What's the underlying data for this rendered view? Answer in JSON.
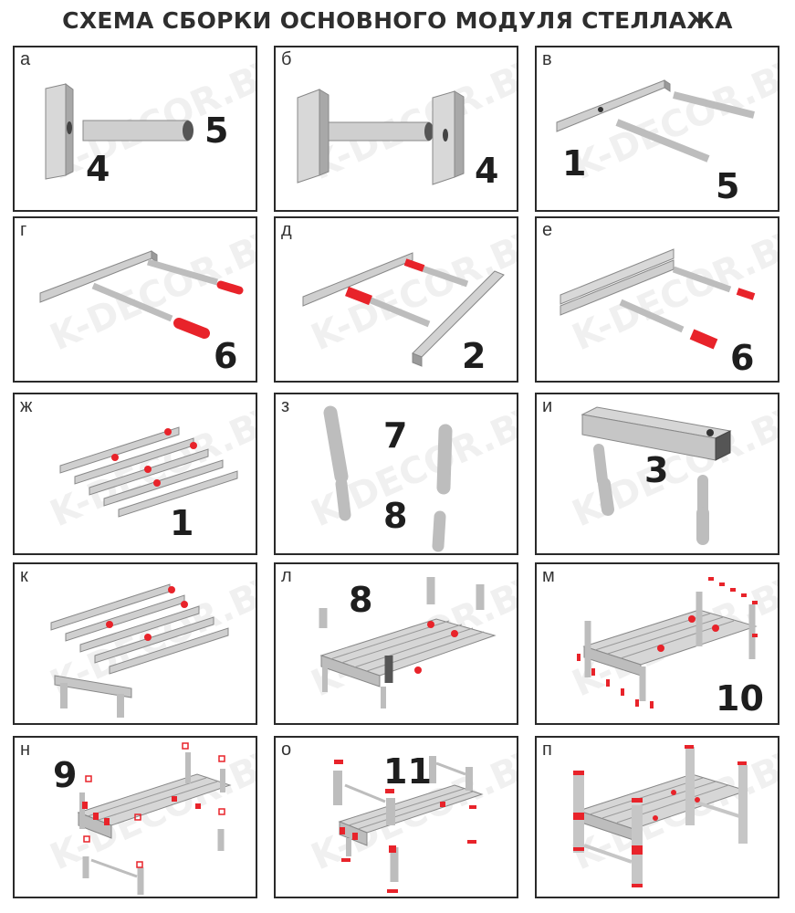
{
  "title": "СХЕМА СБОРКИ ОСНОВНОГО МОДУЛЯ СТЕЛЛАЖА",
  "watermark": "K-DECOR.BY",
  "colors": {
    "metal": "#c8c8c8",
    "metal_dark": "#9a9a9a",
    "accent": "#e8232a",
    "frame": "#2a2a2a"
  },
  "panels": [
    {
      "letter": "а",
      "numbers": [
        "5",
        "4"
      ]
    },
    {
      "letter": "б",
      "numbers": [
        "4"
      ]
    },
    {
      "letter": "в",
      "numbers": [
        "1",
        "5"
      ]
    },
    {
      "letter": "г",
      "numbers": [
        "6"
      ]
    },
    {
      "letter": "д",
      "numbers": [
        "2"
      ]
    },
    {
      "letter": "е",
      "numbers": [
        "6"
      ]
    },
    {
      "letter": "ж",
      "numbers": [
        "1"
      ]
    },
    {
      "letter": "з",
      "numbers": [
        "7",
        "8"
      ]
    },
    {
      "letter": "и",
      "numbers": [
        "3"
      ]
    },
    {
      "letter": "к",
      "numbers": []
    },
    {
      "letter": "л",
      "numbers": [
        "8"
      ]
    },
    {
      "letter": "м",
      "numbers": [
        "10"
      ]
    },
    {
      "letter": "н",
      "numbers": [
        "9"
      ]
    },
    {
      "letter": "о",
      "numbers": [
        "11"
      ]
    },
    {
      "letter": "п",
      "numbers": []
    }
  ]
}
